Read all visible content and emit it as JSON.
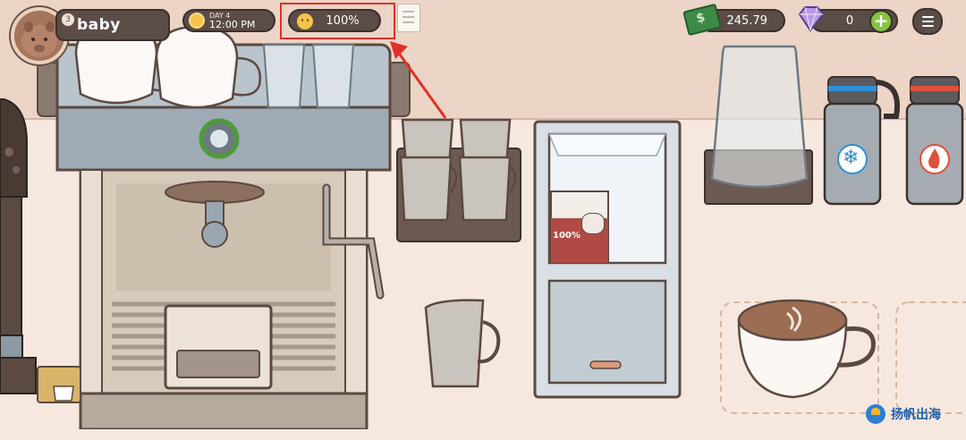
{
  "hud": {
    "player_name": "baby",
    "level": "3",
    "day_label": "DAY 4",
    "time": "12:00 PM",
    "mood_percent": "100%",
    "cash": "245.79",
    "gems": "0",
    "plus_label": "+"
  },
  "milk_carton": {
    "label": "100%"
  },
  "watermark": {
    "text": "扬帆出海"
  },
  "colors": {
    "hud_pill": "#5a4c47",
    "highlight": "#e0302a",
    "cash_green": "#3d8a48",
    "plus_green": "#86c441",
    "cold_blue": "#2f8fd8",
    "hot_red": "#e0503a"
  },
  "icons": [
    "avatar-capybara-icon",
    "sun-icon",
    "smiley-icon",
    "receipt-icon",
    "cash-icon",
    "gem-icon",
    "plus-icon",
    "menu-icon",
    "snowflake-icon",
    "flame-icon",
    "cow-icon"
  ]
}
